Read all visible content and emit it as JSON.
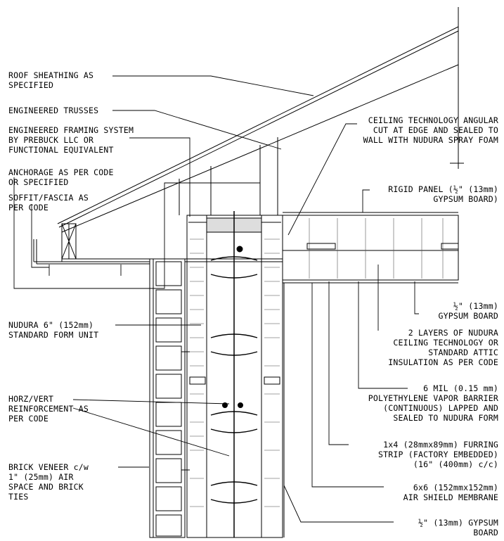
{
  "labels": {
    "roof_sheathing": "ROOF SHEATHING AS\nSPECIFIED",
    "engineered_trusses": "ENGINEERED TRUSSES",
    "framing_system": "ENGINEERED FRAMING SYSTEM\nBY PREBUCK LLC OR\nFUNCTIONAL EQUIVALENT",
    "anchorage": "ANCHORAGE AS PER CODE\nOR SPECIFIED",
    "soffit": "SOFFIT/FASCIA AS\nPER CODE",
    "nudura_form": "NUDURA 6\" (152mm)\nSTANDARD FORM UNIT",
    "reinforcement": "HORZ/VERT\nREINFORCEMENT AS\nPER CODE",
    "brick_veneer": "BRICK VENEER c/w\n1\" (25mm) AIR\nSPACE AND BRICK\nTIES",
    "ceiling_tech": "CEILING TECHNOLOGY ANGULAR\nCUT AT EDGE AND SEALED TO\nWALL WITH NUDURA SPRAY FOAM",
    "rigid_panel": "RIGID PANEL (½\" (13mm)\nGYPSUM BOARD)",
    "gypsum_half": "½\" (13mm)\nGYPSUM BOARD",
    "two_layers": "2 LAYERS OF NUDURA\nCEILING TECHNOLOGY OR\nSTANDARD ATTIC\nINSULATION AS PER CODE",
    "vapor_barrier": "6 MIL (0.15 mm)\nPOLYETHYLENE VAPOR BARRIER\n(CONTINUOUS) LAPPED AND\nSEALED TO NUDURA FORM",
    "furring": "1x4 (28mmx89mm) FURRING\nSTRIP (FACTORY EMBEDDED)\n(16\" (400mm) c/c)",
    "air_shield": "6x6 (152mmx152mm)\nAIR SHIELD MEMBRANE",
    "gypsum_bottom": "½\" (13mm) GYPSUM\nBOARD"
  }
}
